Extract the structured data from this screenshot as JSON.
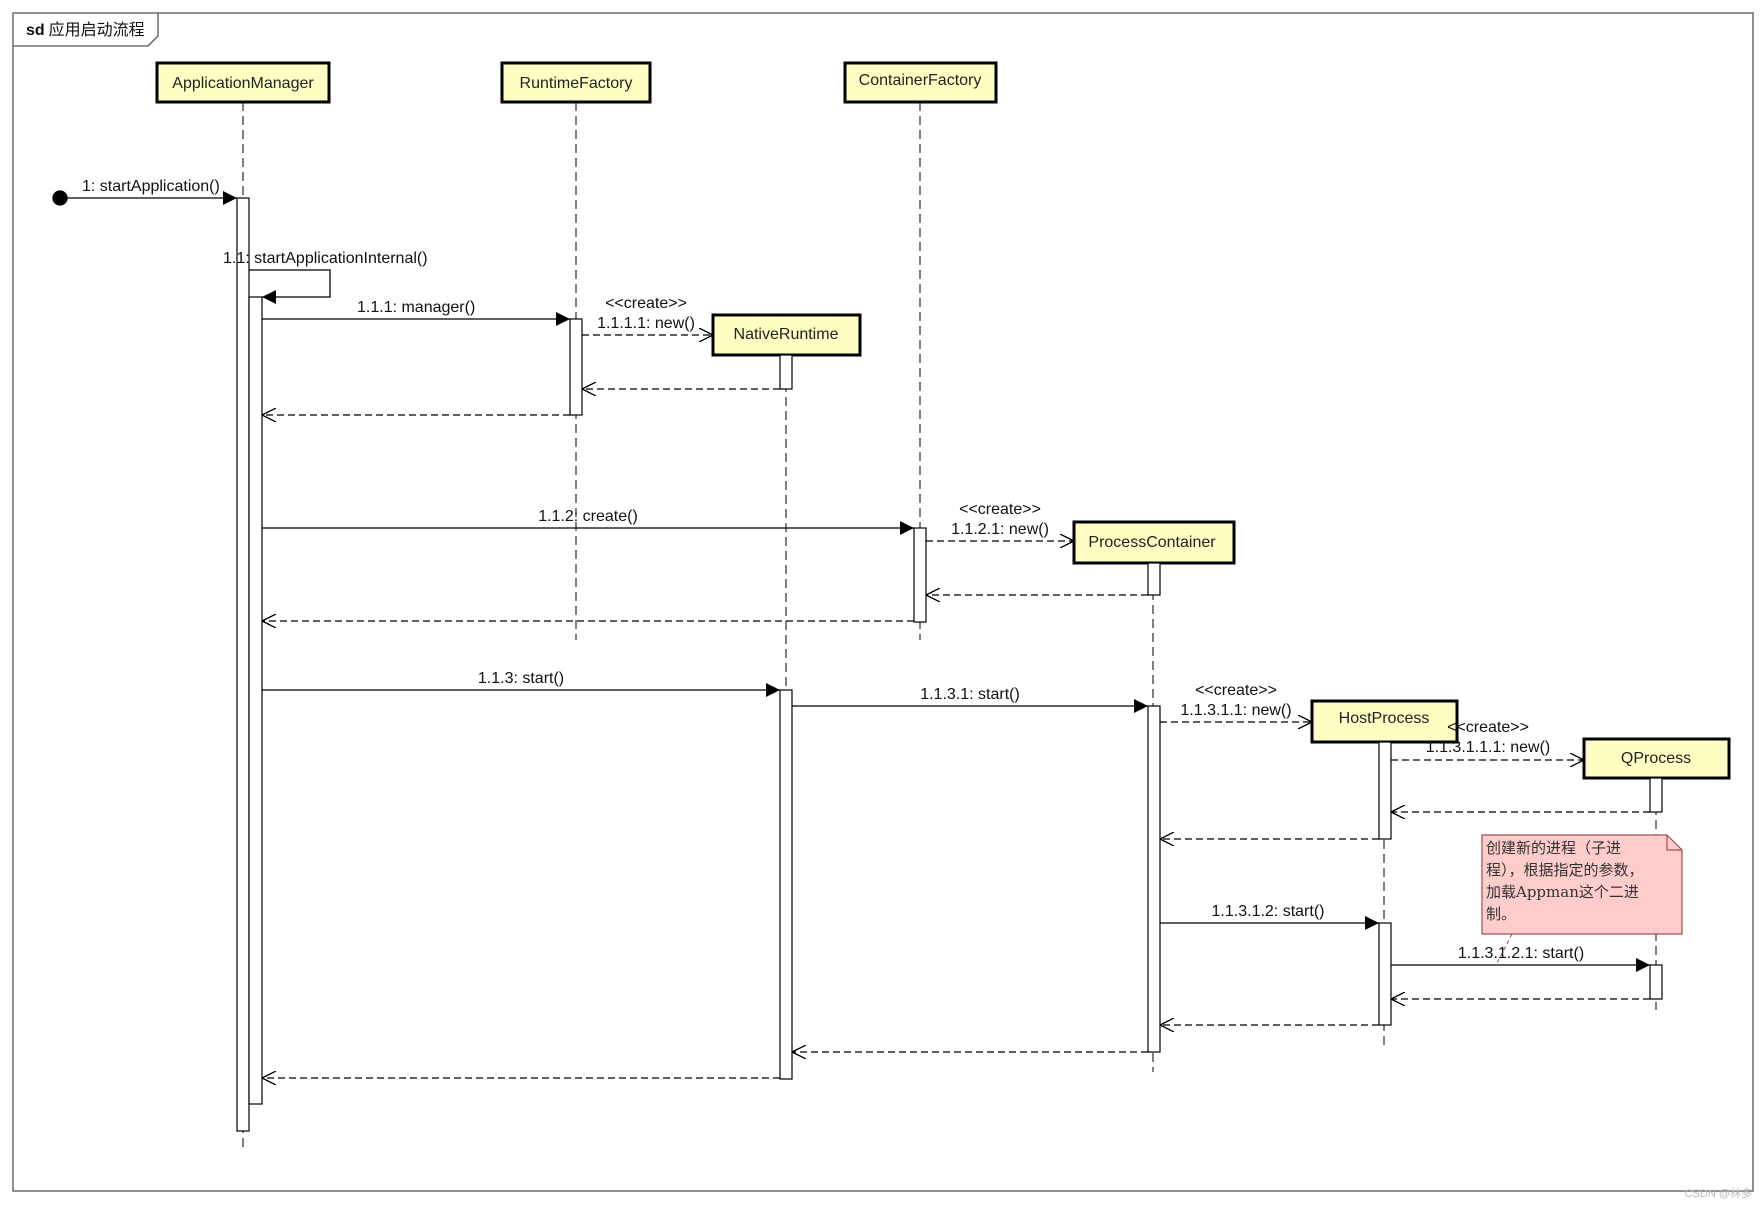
{
  "frame": {
    "keyword": "sd",
    "title": "应用启动流程"
  },
  "participants": [
    {
      "id": "am",
      "name": "ApplicationManager"
    },
    {
      "id": "rf",
      "name": "RuntimeFactory"
    },
    {
      "id": "cf",
      "name": "ContainerFactory"
    },
    {
      "id": "nr",
      "name": "NativeRuntime"
    },
    {
      "id": "pc",
      "name": "ProcessContainer"
    },
    {
      "id": "hp",
      "name": "HostProcess"
    },
    {
      "id": "qp",
      "name": "QProcess"
    }
  ],
  "messages": [
    {
      "id": "m1",
      "label": "1: startApplication()"
    },
    {
      "id": "m11",
      "label": "1.1: startApplicationInternal()"
    },
    {
      "id": "m111",
      "label": "1.1.1: manager()"
    },
    {
      "id": "m1111",
      "stereotype": "<<create>>",
      "label": "1.1.1.1: new()"
    },
    {
      "id": "m112",
      "label": "1.1.2: create()"
    },
    {
      "id": "m1121",
      "stereotype": "<<create>>",
      "label": "1.1.2.1: new()"
    },
    {
      "id": "m113",
      "label": "1.1.3: start()"
    },
    {
      "id": "m1131",
      "label": "1.1.3.1: start()"
    },
    {
      "id": "m11311",
      "stereotype": "<<create>>",
      "label": "1.1.3.1.1: new()"
    },
    {
      "id": "m113111",
      "stereotype": "<<create>>",
      "label": "1.1.3.1.1.1: new()"
    },
    {
      "id": "m11312",
      "label": "1.1.3.1.2: start()"
    },
    {
      "id": "m113121",
      "label": "1.1.3.1.2.1: start()"
    }
  ],
  "note": {
    "lines": [
      "创建新的进程（子进",
      "程），根据指定的参数，",
      "加载Appman这个二进",
      "制。"
    ]
  },
  "watermark": "CSDN @林多",
  "colors": {
    "participant_fill": "#ffffc4",
    "note_fill": "#ffcccc",
    "note_border": "#a05050",
    "line": "#000000"
  }
}
